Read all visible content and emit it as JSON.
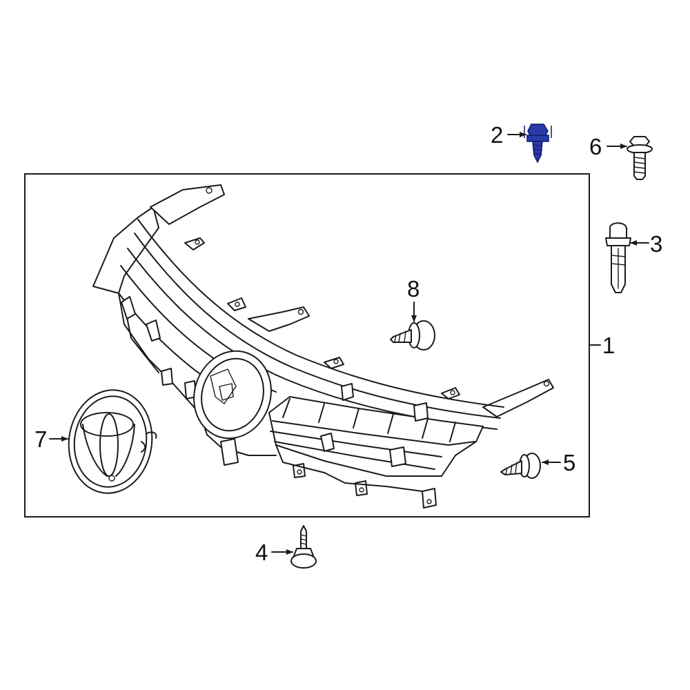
{
  "colors": {
    "line": "#1a1a1a",
    "highlight": "#2b3aa8",
    "highlight_dark": "#0e1a6e"
  },
  "callouts": {
    "p1": "1",
    "p2": "2",
    "p3": "3",
    "p4": "4",
    "p5": "5",
    "p6": "6",
    "p7": "7",
    "p8": "8"
  },
  "parts": [
    {
      "ref": "1",
      "name": "grille-assembly",
      "highlighted": false
    },
    {
      "ref": "2",
      "name": "screw",
      "highlighted": true
    },
    {
      "ref": "3",
      "name": "clip",
      "highlighted": false
    },
    {
      "ref": "4",
      "name": "screw",
      "highlighted": false
    },
    {
      "ref": "5",
      "name": "screw",
      "highlighted": false
    },
    {
      "ref": "6",
      "name": "bolt",
      "highlighted": false
    },
    {
      "ref": "7",
      "name": "emblem",
      "highlighted": false
    },
    {
      "ref": "8",
      "name": "screw",
      "highlighted": false
    }
  ]
}
